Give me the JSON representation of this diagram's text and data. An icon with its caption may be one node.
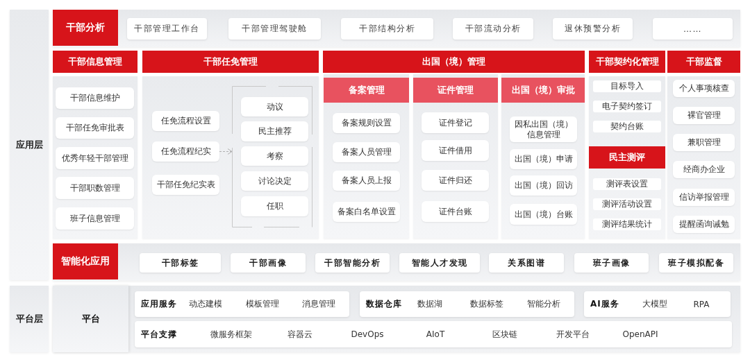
{
  "diagram": {
    "nodes": [
      {
        "text": [
          "应用层"
        ]
      },
      {
        "text": [
          "干部分析"
        ]
      },
      {
        "text": [
          "干部管理工作台"
        ],
        "in": 1
      },
      {
        "text": [
          "干部管理驾驶舱"
        ],
        "in": 1
      },
      {
        "text": [
          "干部结构分析"
        ],
        "in": 1
      },
      {
        "text": [
          "干部流动分析"
        ],
        "in": 1
      },
      {
        "text": [
          "退休预警分析"
        ],
        "in": 1
      },
      {
        "text": [
          "……"
        ],
        "in": 1
      },
      {
        "text": [
          "干部信息管理"
        ]
      },
      {
        "text": [],
        "shape": "box"
      },
      {
        "text": [
          "干部信息维护"
        ],
        "in": 9
      },
      {
        "text": [
          "干部任免审批表"
        ],
        "in": 9
      },
      {
        "text": [
          "优秀年轻干部管理"
        ],
        "in": 9
      },
      {
        "text": [
          "干部职数管理"
        ],
        "in": 9
      },
      {
        "text": [
          "班子信息管理"
        ],
        "in": 9
      },
      {
        "text": [
          "干部任免管理"
        ]
      },
      {
        "text": [],
        "shape": "box"
      },
      {
        "text": [
          "任免流程设置"
        ],
        "in": 16
      },
      {
        "text": [
          "任免流程纪实"
        ],
        "in": 16
      },
      {
        "text": [
          "干部任免纪实表"
        ],
        "in": 16
      },
      {
        "text": [],
        "shape": "box",
        "in": 16
      },
      {
        "text": [
          "动议"
        ],
        "in": 20
      },
      {
        "text": [
          "民主推荐"
        ],
        "in": 20
      },
      {
        "text": [
          "考察"
        ],
        "in": 20
      },
      {
        "text": [
          "讨论决定"
        ],
        "in": 20
      },
      {
        "text": [
          "任职"
        ],
        "in": 20
      },
      {
        "text": [
          "出国（境）管理"
        ]
      },
      {
        "text": [
          "备案管理"
        ]
      },
      {
        "text": [
          "备案规则设置"
        ],
        "in": 27
      },
      {
        "text": [
          "备案人员管理"
        ],
        "in": 27
      },
      {
        "text": [
          "备案人员上报"
        ],
        "in": 27
      },
      {
        "text": [
          "备案白名单设置"
        ],
        "in": 27
      },
      {
        "text": [
          "证件管理"
        ]
      },
      {
        "text": [
          "证件登记"
        ],
        "in": 32
      },
      {
        "text": [
          "证件借用"
        ],
        "in": 32
      },
      {
        "text": [
          "证件归还"
        ],
        "in": 32
      },
      {
        "text": [
          "证件台账"
        ],
        "in": 32
      },
      {
        "text": [
          "出国（境）审批"
        ]
      },
      {
        "text": [
          "因私出国（境）信息管理"
        ],
        "in": 37
      },
      {
        "text": [
          "出国（境）申请"
        ],
        "in": 37
      },
      {
        "text": [
          "出国（境）回访"
        ],
        "in": 37
      },
      {
        "text": [
          "出国（境）台账"
        ],
        "in": 37
      },
      {
        "text": [
          "干部契约化管理"
        ]
      },
      {
        "text": [],
        "shape": "box"
      },
      {
        "text": [
          "目标导入"
        ],
        "in": 43
      },
      {
        "text": [
          "电子契约签订"
        ],
        "in": 43
      },
      {
        "text": [
          "契约台账"
        ],
        "in": 43
      },
      {
        "text": [
          "民主测评"
        ],
        "in": 43
      },
      {
        "text": [
          "测评表设置"
        ],
        "in": 43
      },
      {
        "text": [
          "测评活动设置"
        ],
        "in": 43
      },
      {
        "text": [
          "测评结果统计"
        ],
        "in": 43
      },
      {
        "text": [
          "干部监督"
        ]
      },
      {
        "text": [],
        "shape": "box"
      },
      {
        "text": [
          "个人事项核查"
        ],
        "in": 52
      },
      {
        "text": [
          "裸官管理"
        ],
        "in": 52
      },
      {
        "text": [
          "兼职管理"
        ],
        "in": 52
      },
      {
        "text": [
          "经商办企业"
        ],
        "in": 52
      },
      {
        "text": [
          "信访举报管理"
        ],
        "in": 52
      },
      {
        "text": [
          "提醒函询诫勉"
        ],
        "in": 52
      },
      {
        "text": [
          "智能化应用"
        ]
      },
      {
        "text": [
          "干部标签"
        ],
        "in": 59
      },
      {
        "text": [
          "干部画像"
        ],
        "in": 59
      },
      {
        "text": [
          "干部智能分析"
        ],
        "in": 59
      },
      {
        "text": [
          "智能人才发现"
        ],
        "in": 59
      },
      {
        "text": [
          "关系图谱"
        ],
        "in": 59
      },
      {
        "text": [
          "班子画像"
        ],
        "in": 59
      },
      {
        "text": [
          "班子模拟配备"
        ],
        "in": 59
      },
      {
        "text": [
          "平台层"
        ]
      },
      {
        "text": [],
        "shape": "box"
      },
      {
        "text": [
          "平台"
        ],
        "in": 68
      },
      {
        "text": [
          "应用服务",
          "动态建模",
          "模板管理",
          "消息管理"
        ],
        "in": 68
      },
      {
        "text": [
          "数据仓库",
          "数据湖",
          "数据标签",
          "智能分析"
        ],
        "in": 68
      },
      {
        "text": [
          "AI服务",
          "大模型",
          "RPA"
        ],
        "in": 68
      },
      {
        "text": [
          "平台支撑",
          "微服务框架",
          "容器云",
          "DevOps",
          "AIoT",
          "区块链",
          "开发平台",
          "OpenAPI"
        ],
        "in": 68
      }
    ],
    "edges": [
      {
        "from": 18,
        "to": 20,
        "arrow": "to",
        "style": "dashed"
      }
    ]
  }
}
